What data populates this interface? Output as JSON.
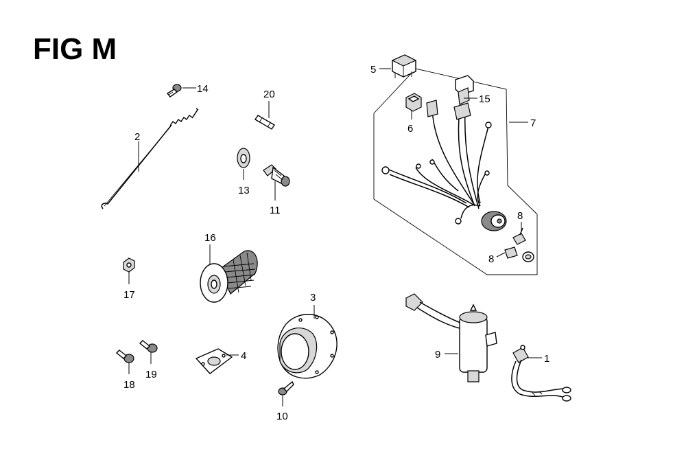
{
  "figure": {
    "title": "FIG M"
  },
  "callouts": {
    "c1": "1",
    "c2": "2",
    "c3": "3",
    "c4": "4",
    "c5": "5",
    "c6": "6",
    "c7": "7",
    "c8a": "8",
    "c8b": "8",
    "c9": "9",
    "c10": "10",
    "c11": "11",
    "c13": "13",
    "c14": "14",
    "c15": "15",
    "c16": "16",
    "c17": "17",
    "c18": "18",
    "c19": "19",
    "c20": "20"
  }
}
